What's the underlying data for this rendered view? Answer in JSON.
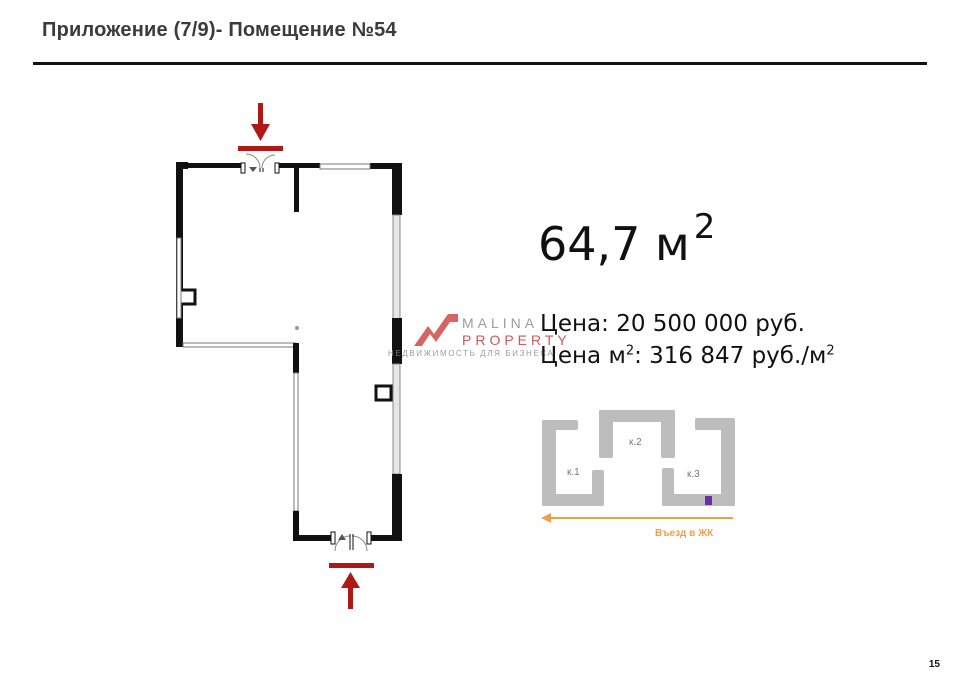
{
  "header": {
    "title": "Приложение (7/9)- Помещение №54"
  },
  "info": {
    "area_value": "64,7 м",
    "area_sup": "2",
    "price_text": "Цена: 20 500 000 руб.",
    "ppm_prefix": "Цена м",
    "ppm_sup1": "2",
    "ppm_middle": ": 316 847 руб./м",
    "ppm_sup2": "2"
  },
  "watermark": {
    "line1": "MALINA",
    "line2": "PROPERTY",
    "line3": "НЕДВИЖИМОСТЬ ДЛЯ БИЗНЕСА"
  },
  "siteplan": {
    "building_1": "к.1",
    "building_2": "к.2",
    "building_3": "к.3",
    "entry_label": "Въезд в ЖК",
    "colors": {
      "building": "#bdbdbd",
      "highlight": "#6a2fa0",
      "entry": "#f0a04b"
    }
  },
  "colors": {
    "entrance_arrow": "#b01818",
    "wall": "#111111"
  },
  "footer": {
    "page_number": "15"
  }
}
